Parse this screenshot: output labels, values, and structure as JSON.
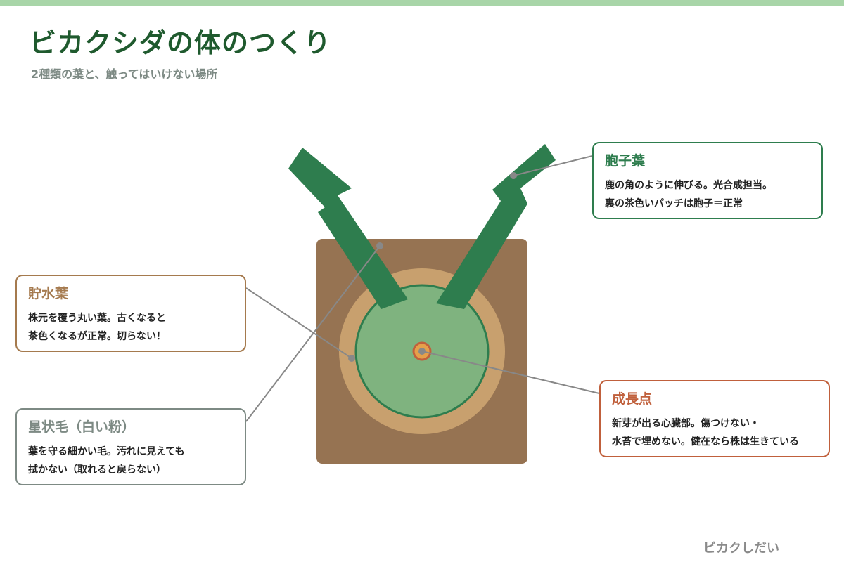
{
  "header": {
    "title": "ビカクシダの体のつくり",
    "subtitle": "2種類の葉と、触ってはいけない場所"
  },
  "callouts": {
    "spore_leaf": {
      "title": "胞子葉",
      "lines": [
        "鹿の角のように伸びる。光合成担当。",
        "裏の茶色いパッチは胞子＝正常"
      ],
      "color": "#2e7d4e"
    },
    "shield_leaf": {
      "title": "貯水葉",
      "lines": [
        "株元を覆う丸い葉。古くなると",
        "茶色くなるが正常。切らない！"
      ],
      "color": "#a57a4e"
    },
    "trichome": {
      "title": "星状毛（白い粉）",
      "lines": [
        "葉を守る細かい毛。汚れに見えても",
        "拭かない（取れると戻らない）"
      ],
      "color": "#7d8a84"
    },
    "growth_point": {
      "title": "成長点",
      "lines": [
        "新芽が出る心臓部。傷つけない・",
        "水苔で埋めない。健在なら株は生きている"
      ],
      "color": "#c0603c"
    }
  },
  "footer": {
    "brand": "ビカクしだい"
  },
  "colors": {
    "board": "#967352",
    "shield_outer": "#c8a06e",
    "shield_inner": "#7fb37f",
    "leaf": "#2e7d4e",
    "connector": "#888888",
    "growth_point": "#e6a04a",
    "accent_bar": "#a8d5a8"
  }
}
